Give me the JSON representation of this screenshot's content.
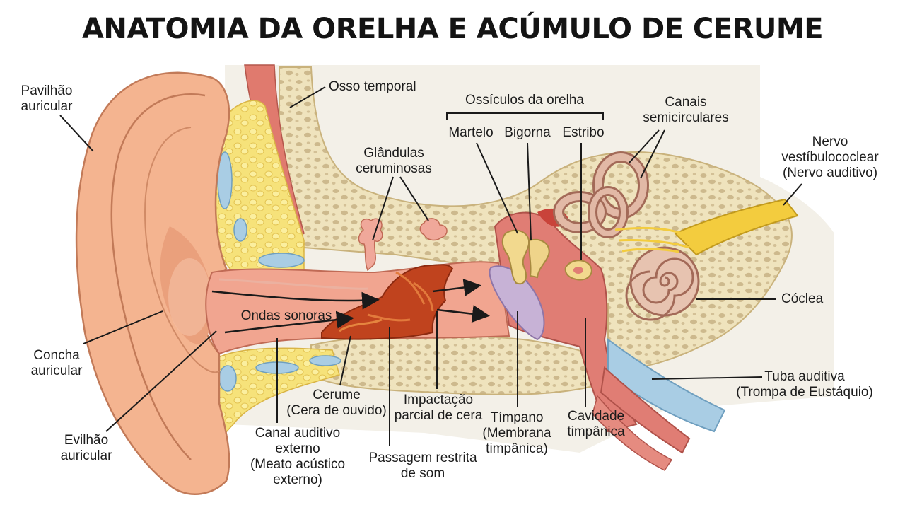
{
  "title": "ANATOMIA DA ORELHA E ACÚMULO DE CERUME",
  "labels": {
    "pavilhao": "Pavilhão\nauricular",
    "osso_temporal": "Osso temporal",
    "ossiculos": "Ossículos da orelha",
    "martelo": "Martelo",
    "bigorna": "Bigorna",
    "estribo": "Estribo",
    "canais": "Canais\nsemicirculares",
    "nervo": "Nervo\nvestíbulococlear\n(Nervo auditivo)",
    "glandulas": "Glândulas\nceruminosas",
    "coclea": "Cóclea",
    "ondas": "Ondas sonoras",
    "concha": "Concha\nauricular",
    "tuba": "Tuba auditiva\n(Trompa de Eustáquio)",
    "cerume": "Cerume\n(Cera de ouvido)",
    "impactacao": "Impactação\nparcial de cera",
    "timpano": "Tímpano\n(Membrana\ntimpânica)",
    "cavidade": "Cavidade\ntimpânica",
    "evilhao": "Evilhão\nauricular",
    "canal": "Canal auditivo\nexterno\n(Meato acústico\nexterno)",
    "passagem": "Passagem restrita\nde som"
  }
}
